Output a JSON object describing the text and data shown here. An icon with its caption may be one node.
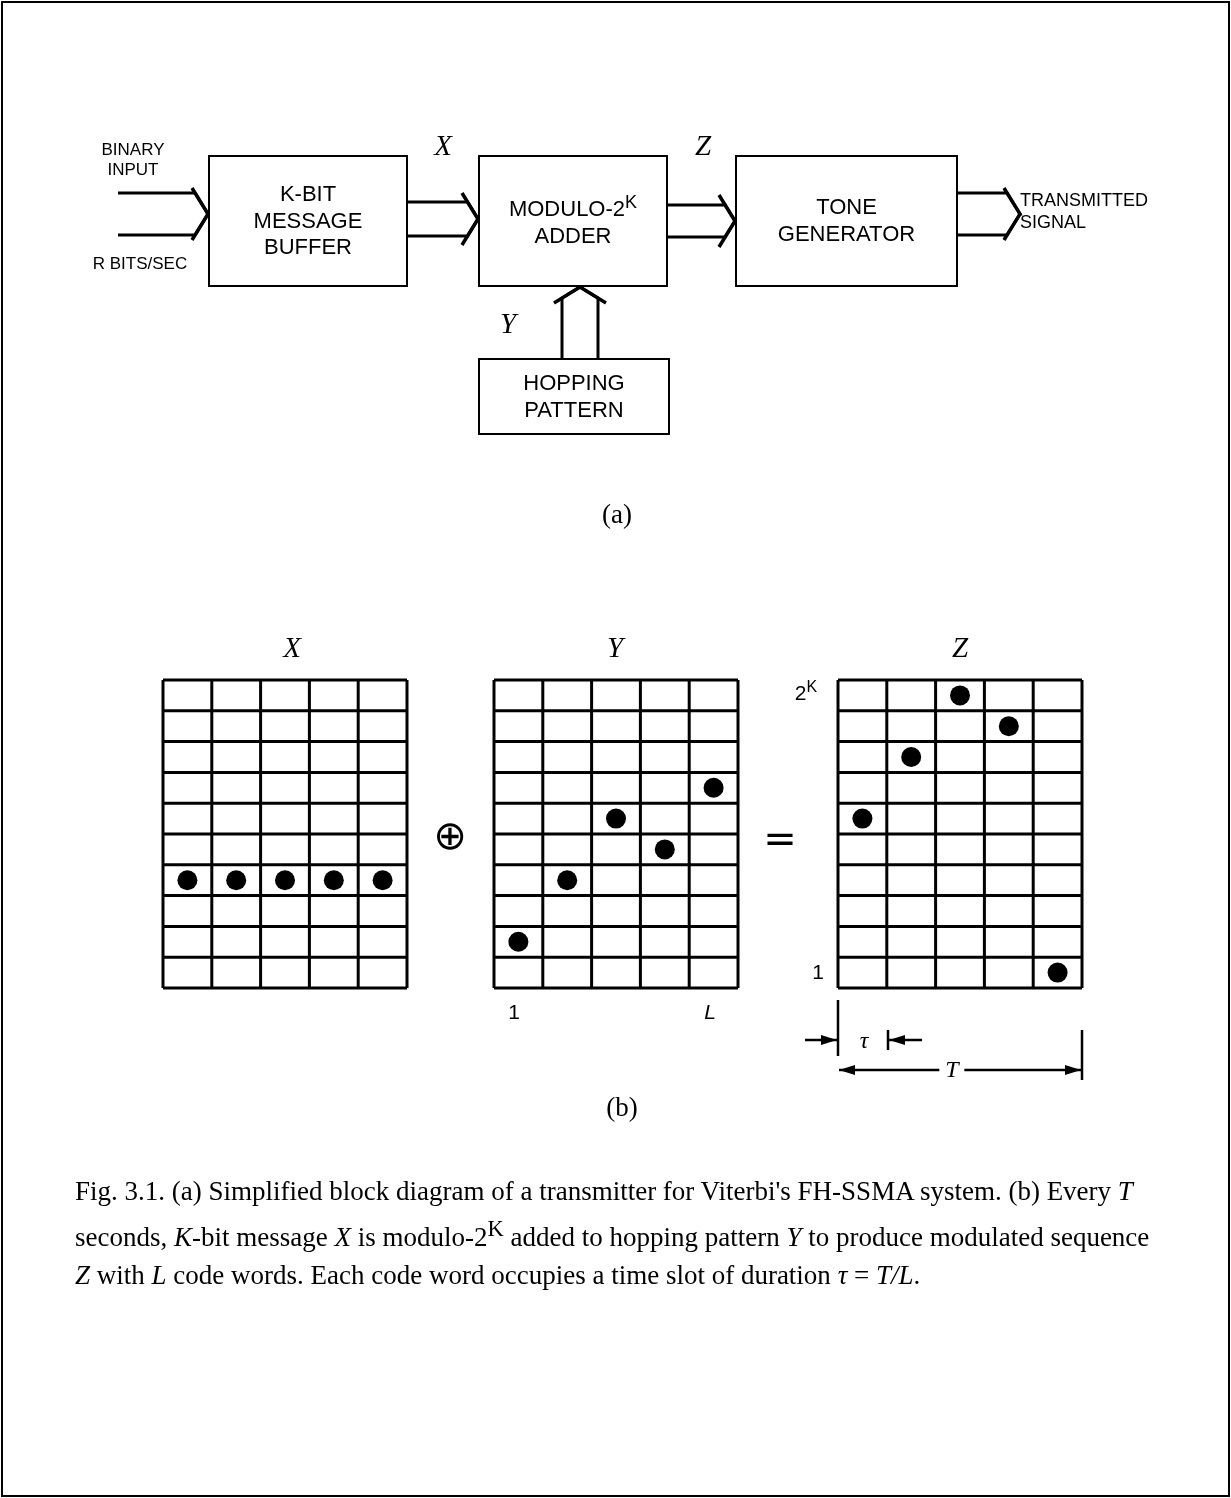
{
  "diagram": {
    "caption": "Fig. 3.1. (a) Simplified block diagram of a transmitter for Viterbi's FH-SSMA system. (b) Every *T* seconds, *K*-bit message *X* is modulo-2$^{K}$ added to hopping pattern *Y* to produce modulated sequence *Z* with *L* code words. Each code word occupies a time slot of duration *τ* = *T/L*.",
    "nodes": [
      {
        "text": [
          "K-BIT MESSAGE BUFFER"
        ]
      },
      {
        "text": [
          "MODULO-2$^{K}$ ADDER"
        ]
      },
      {
        "text": [
          "TONE GENERATOR"
        ]
      },
      {
        "text": [
          "HOPPING PATTERN"
        ]
      },
      {
        "text": [
          "TRANSMITTED SIGNAL"
        ]
      }
    ],
    "edges": [
      {
        "from": null,
        "to": 0,
        "arrow": "to"
      },
      {
        "from": 0,
        "to": 1,
        "arrow": "to",
        "label": "X"
      },
      {
        "from": 1,
        "to": 2,
        "arrow": "to",
        "label": "Z"
      },
      {
        "from": 3,
        "to": 1,
        "arrow": "to",
        "label": "Y"
      },
      {
        "from": 2,
        "to": 4,
        "arrow": "to"
      }
    ],
    "labels": [
      "BINARY INPUT",
      "R BITS/SEC",
      "(a)",
      "X",
      "Y",
      "Z",
      "2$^{K}$",
      "⊕",
      "=",
      "1",
      "1",
      "L",
      "τ",
      "T",
      "(b)"
    ]
  }
}
